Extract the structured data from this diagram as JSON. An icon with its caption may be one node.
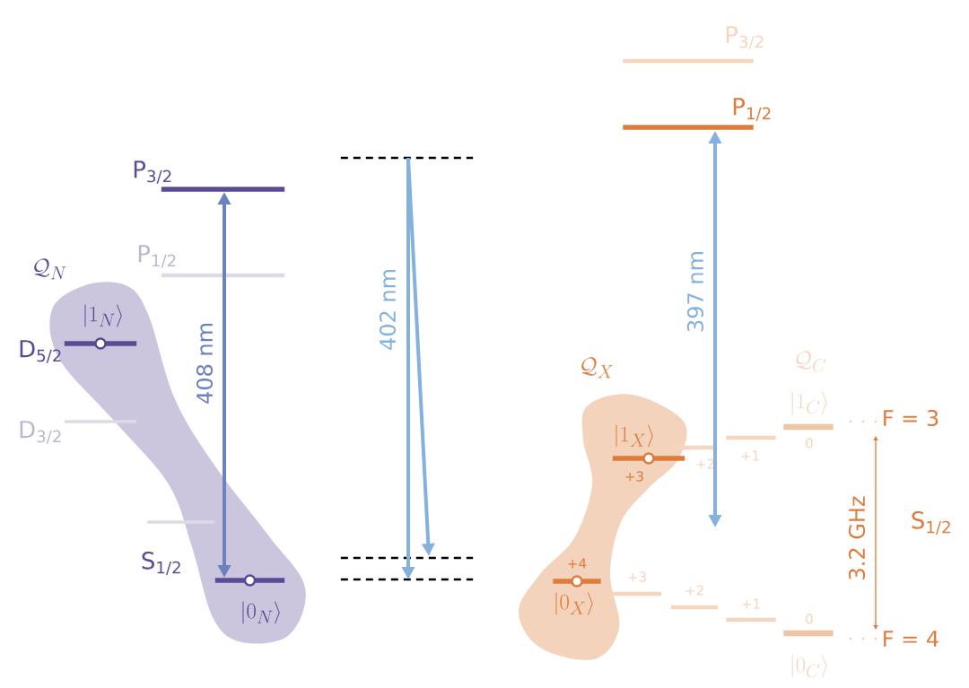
{
  "diagram": {
    "nodes": [
      {
        "text": [
          "P$_{3/2}$"
        ]
      },
      {
        "text": [
          "P$_{1/2}$"
        ]
      },
      {
        "text": [
          "D$_{5/2}$",
          "|1_N\\rangle"
        ]
      },
      {
        "text": [
          "D$_{3/2}$"
        ]
      },
      {
        "text": [],
        "shape": "bar"
      },
      {
        "text": [
          "S$_{1/2}$",
          "|0_N\\rangle"
        ]
      },
      {
        "text": [],
        "shape": "line"
      },
      {
        "text": [],
        "shape": "line"
      },
      {
        "text": [],
        "shape": "line"
      },
      {
        "text": [
          "P$_{3/2}$"
        ]
      },
      {
        "text": [
          "P$_{1/2}$"
        ]
      },
      {
        "text": [
          "|1_X\\rangle"
        ],
        "beside": [
          "+3"
        ]
      },
      {
        "text": [],
        "shape": "bar",
        "beside": [
          "+2"
        ]
      },
      {
        "text": [],
        "shape": "bar",
        "beside": [
          "+1"
        ]
      },
      {
        "text": [
          "|1_C\\rangle"
        ],
        "beside": [
          "0"
        ]
      },
      {
        "text": [
          "|0_X\\rangle"
        ],
        "beside": [
          "+4"
        ]
      },
      {
        "text": [],
        "shape": "bar",
        "beside": [
          "+3"
        ]
      },
      {
        "text": [],
        "shape": "bar",
        "beside": [
          "+2"
        ]
      },
      {
        "text": [],
        "shape": "bar",
        "beside": [
          "+1"
        ]
      },
      {
        "text": [
          "|0_C\\rangle"
        ],
        "beside": [
          "0"
        ]
      }
    ],
    "edges": [
      {
        "from": 0,
        "to": 5,
        "arrow": "both",
        "label": "408 nm",
        "color": "#6c82c0"
      },
      {
        "from": 6,
        "to": 8,
        "arrow": "to",
        "label": "402 nm"
      },
      {
        "from": 6,
        "to": 7,
        "arrow": "to"
      },
      {
        "from": 10,
        "to": null,
        "arrow": "both",
        "label": "397 nm"
      }
    ],
    "labels": [
      "\\mathcal{Q}_N",
      "\\mathcal{Q}_X",
      "\\mathcal{Q}_C",
      "F = 3",
      "3.2 GHz",
      "S$_{1/2}$",
      "F = 4"
    ]
  }
}
